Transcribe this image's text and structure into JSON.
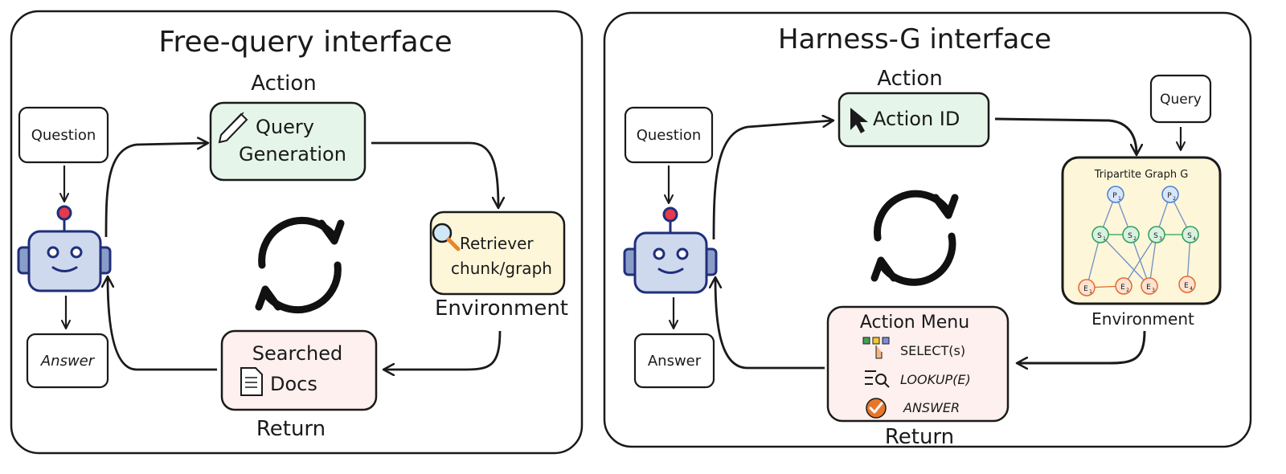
{
  "left_panel": {
    "title": "Free-query interface",
    "question": "Question",
    "answer": "Answer",
    "action_label": "Action",
    "action_box": {
      "line1": "Query",
      "line2": "Generation"
    },
    "env_box": {
      "line1": "Retriever",
      "line2": "chunk/graph"
    },
    "env_label": "Environment",
    "return_box": {
      "line1": "Searched",
      "line2": "Docs"
    },
    "return_label": "Return"
  },
  "right_panel": {
    "title": "Harness-G interface",
    "question": "Question",
    "answer": "Answer",
    "action_label": "Action",
    "action_box": "Action ID",
    "query_box": "Query",
    "graph": {
      "title": "Tripartite Graph G",
      "nodes": [
        {
          "id": "P1",
          "main": "P",
          "sub": "1",
          "kind": "passage"
        },
        {
          "id": "P2",
          "main": "P",
          "sub": "2",
          "kind": "passage"
        },
        {
          "id": "S1",
          "main": "S",
          "sub": "1",
          "kind": "sentence"
        },
        {
          "id": "S2",
          "main": "S",
          "sub": "2",
          "kind": "sentence"
        },
        {
          "id": "S3",
          "main": "S",
          "sub": "3",
          "kind": "sentence"
        },
        {
          "id": "S4",
          "main": "S",
          "sub": "4",
          "kind": "sentence"
        },
        {
          "id": "E1",
          "main": "E",
          "sub": "1",
          "kind": "entity"
        },
        {
          "id": "E2",
          "main": "E",
          "sub": "2",
          "kind": "entity"
        },
        {
          "id": "E3",
          "main": "E",
          "sub": "3",
          "kind": "entity"
        },
        {
          "id": "E4",
          "main": "E",
          "sub": "4",
          "kind": "entity"
        }
      ]
    },
    "env_label": "Environment",
    "menu": {
      "title": "Action Menu",
      "items": [
        "SELECT(s)",
        "LOOKUP(E)",
        "ANSWER"
      ]
    },
    "return_label": "Return"
  },
  "colors": {
    "action_fill": "#e6f5e9",
    "env_fill": "#fdf6d8",
    "return_fill": "#fdf0ee",
    "passage": "#4a7fd4",
    "sentence": "#2e9e5b",
    "entity": "#e46a2b",
    "robot_body": "#cfd9ee",
    "robot_outline": "#1f2f7a"
  }
}
